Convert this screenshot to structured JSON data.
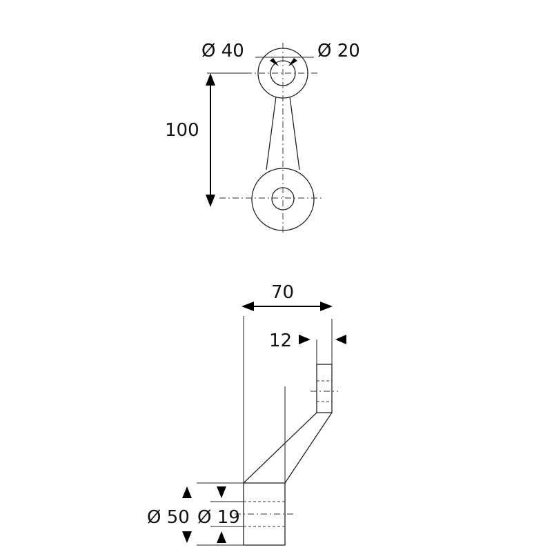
{
  "drawing": {
    "top_view": {
      "dim_outer_diameter": "Ø 40",
      "dim_inner_diameter": "Ø 20",
      "dim_length": "100"
    },
    "side_view": {
      "dim_width": "70",
      "dim_thickness": "12",
      "dim_base_outer_diameter": "Ø 50",
      "dim_base_inner_diameter": "Ø 19"
    }
  }
}
